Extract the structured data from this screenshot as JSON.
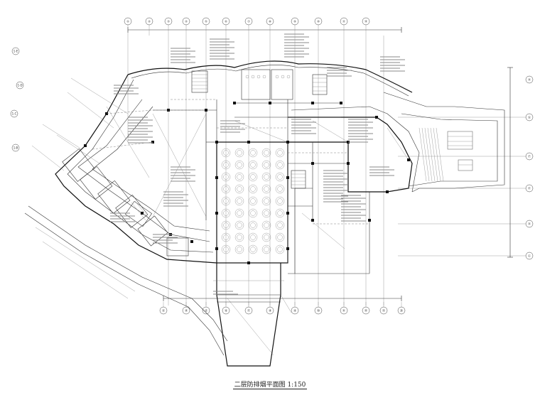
{
  "drawing": {
    "title": "二层防排烟平面图 1:150"
  },
  "grid_top": [
    "①",
    "②",
    "③",
    "④",
    "⑤",
    "⑥",
    "⑦",
    "⑧",
    "⑨",
    "⑩",
    "⑪",
    "⑫"
  ],
  "grid_bottom": [
    "⑬",
    "⑭",
    "⑮",
    "⑯",
    "⑰",
    "⑱",
    "⑲",
    "⑳",
    "㉑",
    "㉒",
    "㉓",
    "㉔"
  ],
  "grid_right": [
    "Ⓗ",
    "Ⓖ",
    "Ⓕ",
    "Ⓔ",
    "Ⓓ",
    "Ⓒ"
  ],
  "grid_left": [
    "1-E",
    "1-D",
    "1-C",
    "1-B"
  ],
  "colors": {
    "line": "#333333",
    "background": "#ffffff"
  }
}
